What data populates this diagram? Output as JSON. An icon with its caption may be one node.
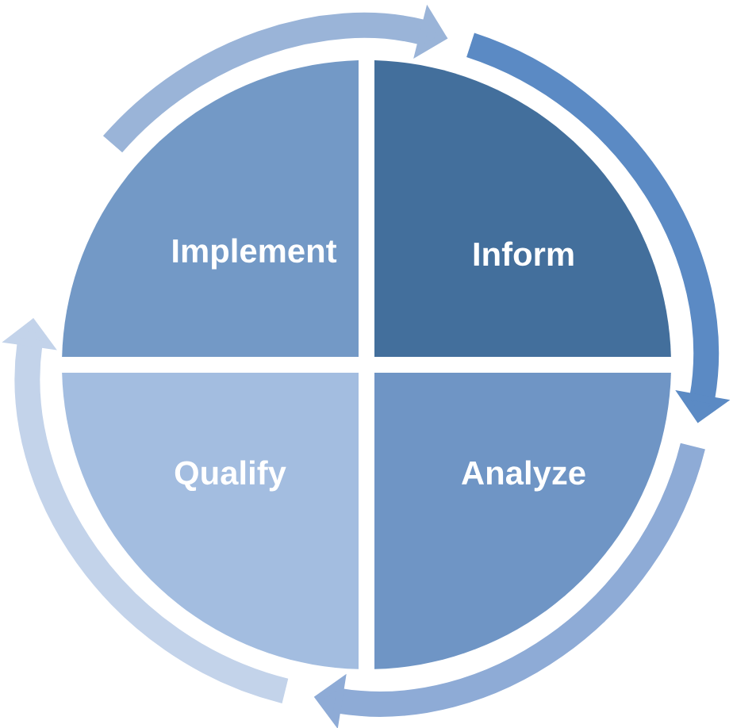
{
  "diagram": {
    "nodes": [
      {
        "text": [
          "Implement"
        ]
      },
      {
        "text": [
          "Inform"
        ]
      },
      {
        "text": [
          "Qualify"
        ]
      },
      {
        "text": [
          "Analyze"
        ]
      }
    ],
    "edges": [
      {
        "from": 0,
        "to": 1,
        "arrow": "to",
        "color": "#9ab4d8"
      },
      {
        "from": 1,
        "to": 3,
        "arrow": "to",
        "color": "#5b8ac4"
      },
      {
        "from": 3,
        "to": 2,
        "arrow": "to",
        "color": "#8eabd6"
      },
      {
        "from": 2,
        "to": 0,
        "arrow": "to",
        "color": "#c3d3ea"
      }
    ]
  }
}
